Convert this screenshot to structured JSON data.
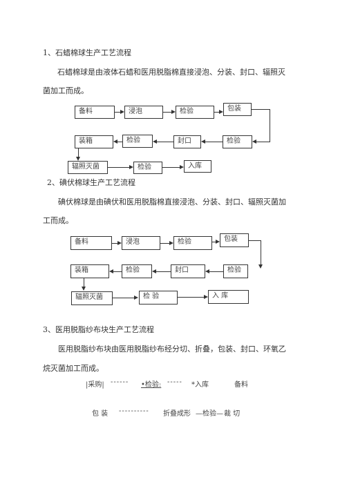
{
  "sec1": {
    "heading": "1、石蜡棉球生产工艺流程",
    "para1": "石蜡棉球是由液体石蜡和医用脱脂棉直接浸泡、分装、封口、辐照灭",
    "para2": "菌加工而成。",
    "boxes": [
      "备料",
      "浸泡",
      "检验",
      "包装",
      "装箱",
      "检验",
      "封口",
      "检验",
      "辐照灭菌",
      "检验",
      "入库"
    ]
  },
  "sec2": {
    "heading": "2、碘伏棉球生产工艺流程",
    "para1": "碘伏棉球是由碘伏和医用脱脂棉直接浸泡、分装、封口、辐照灭菌加",
    "para2": "工而成。",
    "boxes": [
      "备料",
      "浸泡",
      "检验",
      "包装",
      "装箱",
      "检验",
      "封口",
      "检验",
      "辐照灭菌",
      "检  验",
      "入     库"
    ]
  },
  "sec3": {
    "heading": "3、医用脱脂纱布块生产工艺流程",
    "para1": "医用脱脂纱布块由医用脱脂纱布经分切、折叠，包装、封口、环氧乙",
    "para2": "烷灭菌加工而成。",
    "line1": {
      "a": "|采购|",
      "d1": "------",
      "b": "•检验:",
      "d2": "-----",
      "c": "*入库",
      "d": "备料"
    },
    "line2": {
      "a": "包 装",
      "d1": "----------",
      "b": "折叠成形",
      "c": "—检验—",
      "d": "裁 切"
    }
  }
}
